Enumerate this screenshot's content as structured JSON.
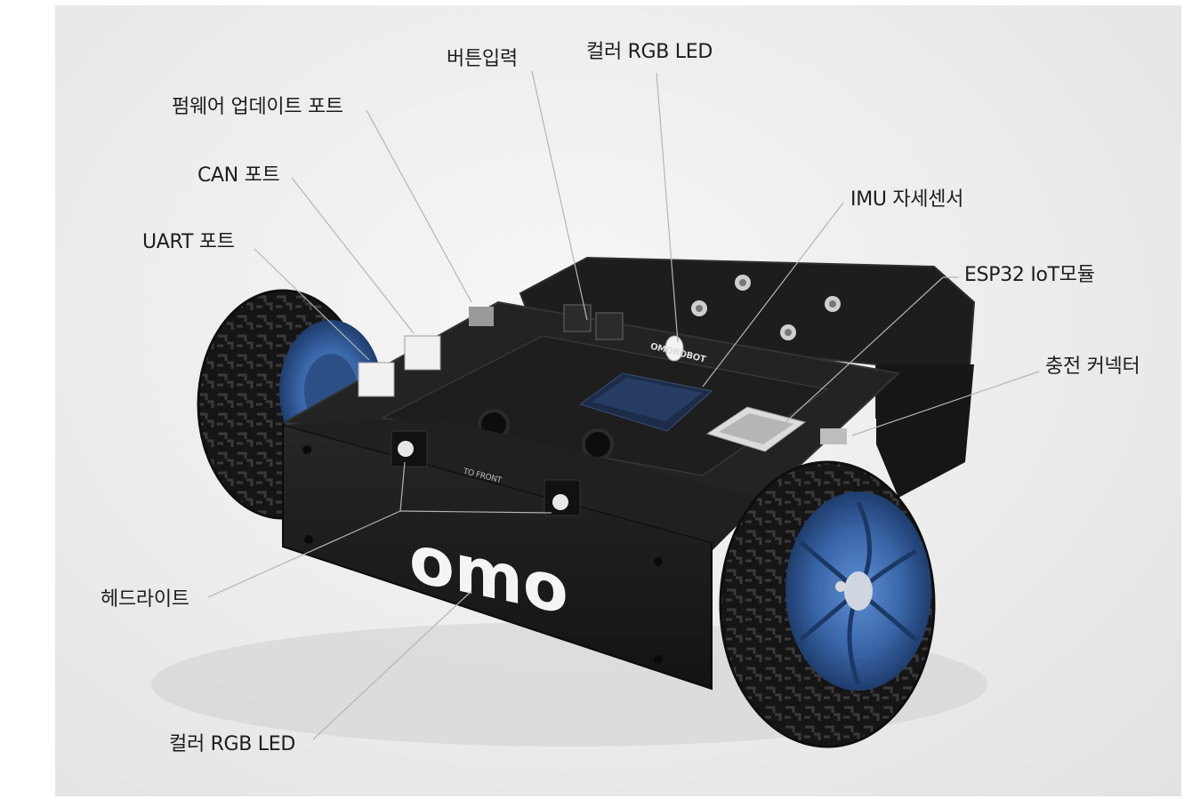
{
  "callouts": {
    "button_input": "버튼입력",
    "color_rgb_led_top": "컬러 RGB LED",
    "firmware_update_port": "펌웨어 업데이트 포트",
    "can_port": "CAN 포트",
    "imu_sensor": "IMU 자세센서",
    "uart_port": "UART 포트",
    "esp32_iot_module": "ESP32 IoT모듈",
    "charging_connector": "충전 커넥터",
    "headlight": "헤드라이트",
    "color_rgb_led_bottom": "컬러 RGB LED"
  },
  "robot": {
    "logo_text": "omo",
    "pcb_marking_front": "TO FRONT",
    "pcb_marking_brand": "OMOROBOT"
  },
  "colors": {
    "chassis": "#1b1b1b",
    "pcb": "#222222",
    "tire": "#161616",
    "rim": "#3c6db0",
    "leader_line": "#b5b5b5"
  }
}
